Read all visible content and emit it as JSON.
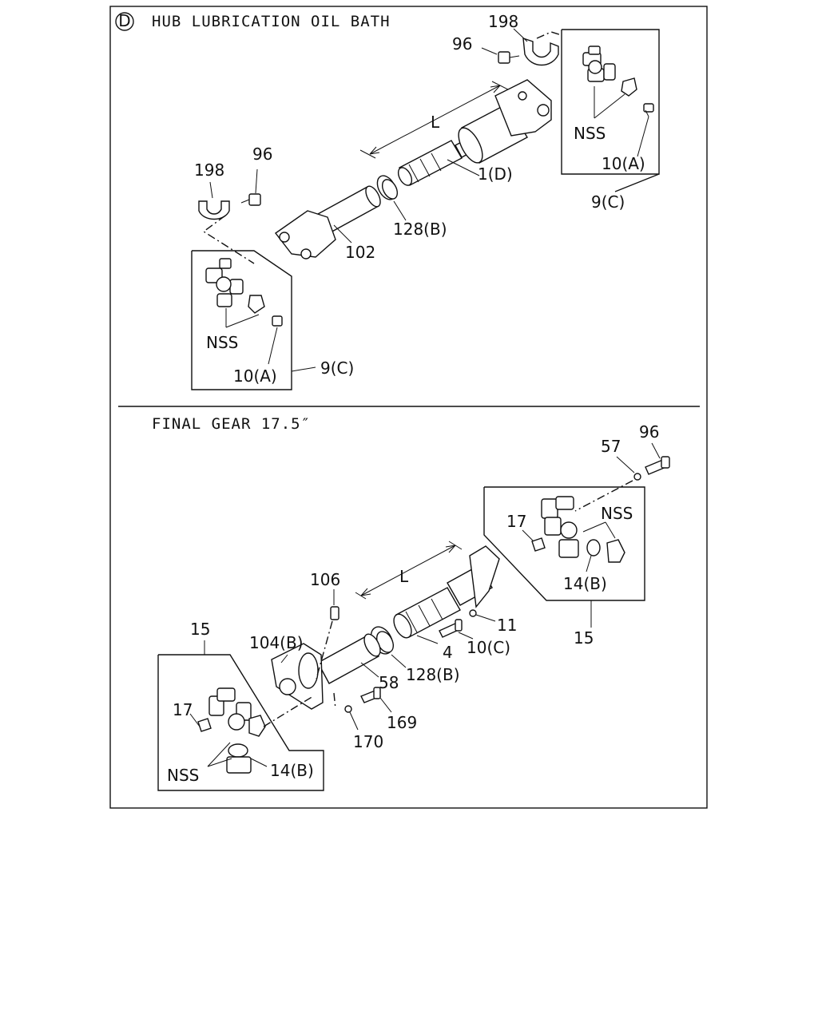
{
  "sections": [
    {
      "marker": "D",
      "title": "HUB LUBRICATION OIL BATH",
      "callouts": [
        "198",
        "96",
        "NSS",
        "10(A)",
        "9(C)",
        "L",
        "1(D)",
        "198",
        "96",
        "128(B)",
        "102",
        "NSS",
        "10(A)",
        "9(C)"
      ]
    },
    {
      "title": "FINAL GEAR 17.5″",
      "callouts": [
        "96",
        "57",
        "NSS",
        "17",
        "14(B)",
        "15",
        "106",
        "L",
        "11",
        "104(B)",
        "4",
        "10(C)",
        "15",
        "58",
        "128(B)",
        "169",
        "17",
        "170",
        "NSS",
        "14(B)"
      ]
    }
  ]
}
